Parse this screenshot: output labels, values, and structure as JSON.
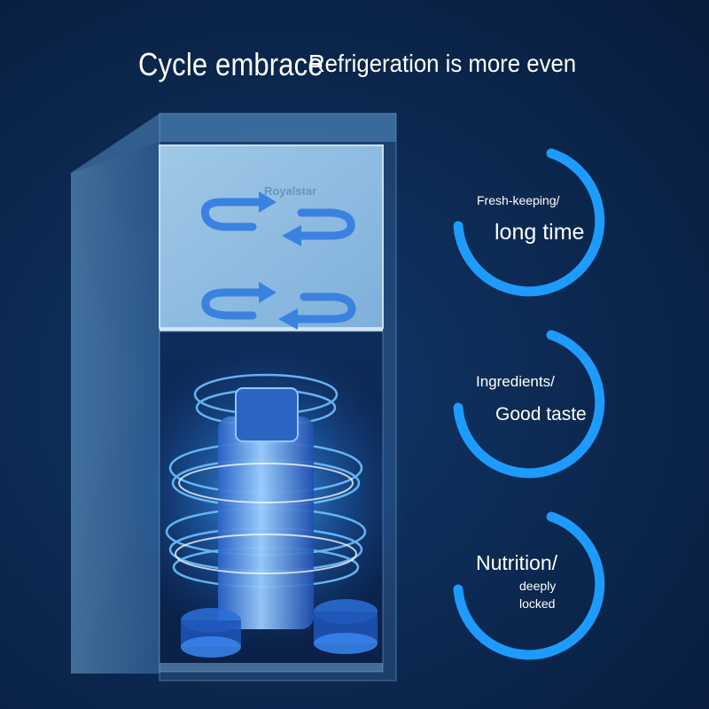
{
  "headline": {
    "part1": "Cycle embrace",
    "part2": "Refrigeration is more even"
  },
  "fridge": {
    "brand": "Royalstar"
  },
  "features": [
    {
      "line1": "Fresh-keeping/",
      "line2": "long time",
      "ring_progress": 0.78
    },
    {
      "line1": "Ingredients/",
      "line2": "Good taste",
      "ring_progress": 0.78
    },
    {
      "line1": "Nutrition/",
      "line2": "deeply",
      "line3": "locked",
      "ring_progress": 0.78
    }
  ],
  "colors": {
    "background": "#0b2550",
    "ring_accent": "#1e9bff",
    "airflow_arrow": "#3b82e0",
    "text": "#ffffff"
  }
}
